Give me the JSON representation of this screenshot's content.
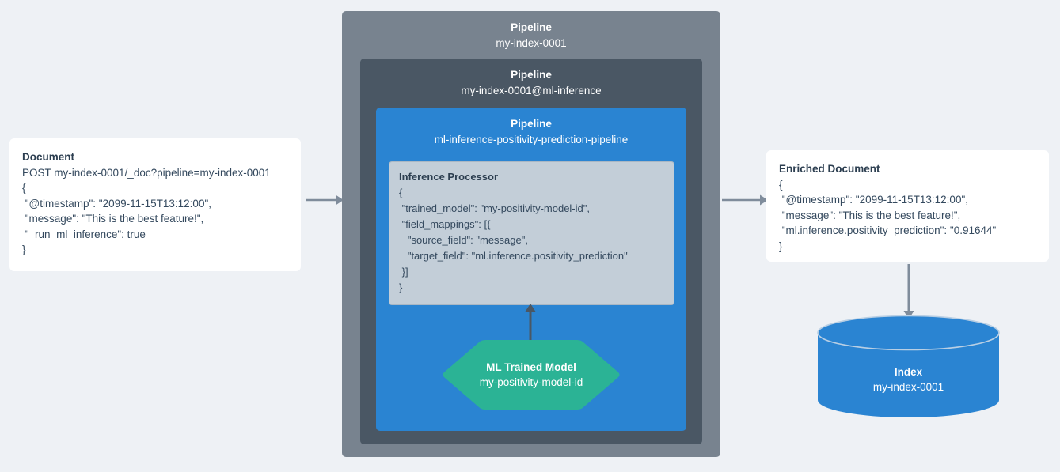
{
  "theme": {
    "background": "#eef1f5",
    "pipeline_outer": "#78838f",
    "pipeline_middle": "#4a5764",
    "pipeline_inner": "#2a84d2",
    "processor_fill": "#c3ced8",
    "model_fill": "#2bb395",
    "index_fill": "#2a84d2",
    "arrow": "#7f8c9b",
    "arrow_dark": "#4a5764",
    "text": "#2c3e50"
  },
  "document": {
    "title": "Document",
    "lines": [
      "POST my-index-0001/_doc?pipeline=my-index-0001",
      "{",
      " \"@timestamp\": \"2099-11-15T13:12:00\",",
      " \"message\": \"This is the best feature!\",",
      " \"_run_ml_inference\": true",
      "}"
    ]
  },
  "pipelines": [
    {
      "label": "Pipeline",
      "name": "my-index-0001"
    },
    {
      "label": "Pipeline",
      "name": "my-index-0001@ml-inference"
    },
    {
      "label": "Pipeline",
      "name": "ml-inference-positivity-prediction-pipeline"
    }
  ],
  "inference_processor": {
    "title": "Inference Processor",
    "lines": [
      "{",
      " \"trained_model\": \"my-positivity-model-id\",",
      " \"field_mappings\": [{",
      "   \"source_field\": \"message\",",
      "   \"target_field\": \"ml.inference.positivity_prediction\"",
      " }]",
      "}"
    ]
  },
  "ml_model": {
    "title": "ML Trained Model",
    "name": "my-positivity-model-id"
  },
  "enriched_document": {
    "title": "Enriched Document",
    "lines": [
      "{",
      " \"@timestamp\": \"2099-11-15T13:12:00\",",
      " \"message\": \"This is the best feature!\",",
      " \"ml.inference.positivity_prediction\": \"0.91644\"",
      "}"
    ]
  },
  "index": {
    "title": "Index",
    "name": "my-index-0001"
  },
  "arrows": [
    {
      "name": "document-to-pipeline",
      "direction": "right"
    },
    {
      "name": "pipeline-to-enriched-document",
      "direction": "right"
    },
    {
      "name": "ml-model-to-inference-processor",
      "direction": "up"
    },
    {
      "name": "enriched-document-to-index",
      "direction": "down"
    }
  ]
}
